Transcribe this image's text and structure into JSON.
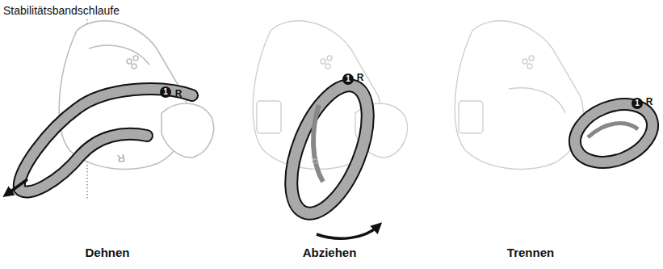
{
  "diagram": {
    "labels": [
      "Stabilitätsbandschlaufe",
      "1",
      "R",
      "R",
      "1",
      "R",
      "R",
      "1",
      "R",
      "Dehnen",
      "Abziehen",
      "Trennen"
    ]
  }
}
